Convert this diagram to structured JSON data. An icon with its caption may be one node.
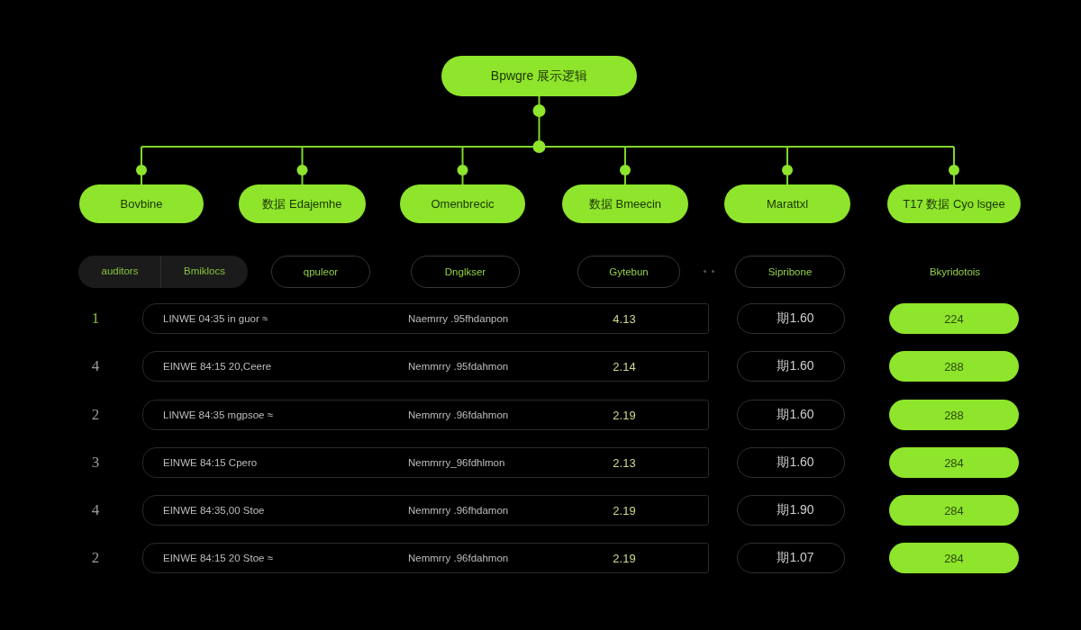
{
  "diagram": {
    "nodes": [
      {
        "text": [
          "Bpwgre 展示逻辑"
        ]
      },
      {
        "text": [
          "Bovbine"
        ]
      },
      {
        "text": [
          "数据 Edajemhe"
        ]
      },
      {
        "text": [
          "Omenbrecic"
        ]
      },
      {
        "text": [
          "数据 Bmeecin"
        ]
      },
      {
        "text": [
          "Marattxl"
        ]
      },
      {
        "text": [
          "T17 数据 Cyo lsgee"
        ]
      },
      {
        "text": [
          "auditors",
          "Bmiklocs"
        ]
      },
      {
        "text": [
          "qpuleor"
        ]
      },
      {
        "text": [
          "Dnglkser"
        ]
      },
      {
        "text": [
          "Gytebun"
        ]
      },
      {
        "text": [
          "Sipribone"
        ]
      },
      {
        "text": [
          "LINWE 04:35 in guor ≈",
          "Naemrry .95fhdanpon",
          "4.13"
        ]
      },
      {
        "text": [
          "期1.60"
        ]
      },
      {
        "text": [
          "224"
        ]
      },
      {
        "text": [
          "EINWE 84:15 20,Ceere",
          "Nemmrry .95fdahmon",
          "2.14"
        ]
      },
      {
        "text": [
          "期1.60"
        ]
      },
      {
        "text": [
          "288"
        ]
      },
      {
        "text": [
          "LINWE 84:35 mgpsoe ≈",
          "Nemmrry .96fdahmon",
          "2.19"
        ]
      },
      {
        "text": [
          "期1.60"
        ]
      },
      {
        "text": [
          "288"
        ]
      },
      {
        "text": [
          "EINWE 84:15 Cpero",
          "Nemmrry_96fdhlmon",
          "2.13"
        ]
      },
      {
        "text": [
          "期1.60"
        ]
      },
      {
        "text": [
          "284"
        ]
      },
      {
        "text": [
          "EINWE 84:35,00 Stoe",
          "Nemmrry .96fhdamon",
          "2.19"
        ]
      },
      {
        "text": [
          "期1.90"
        ]
      },
      {
        "text": [
          "284"
        ]
      },
      {
        "text": [
          "EINWE 84:15 20 Stoe ≈",
          "Nemmrry .96fdahmon",
          "2.19"
        ]
      },
      {
        "text": [
          "期1.07"
        ]
      },
      {
        "text": [
          "284"
        ]
      }
    ],
    "edges": [
      {
        "from": 0,
        "to": 1,
        "arrow": "none"
      },
      {
        "from": 0,
        "to": 2,
        "arrow": "none"
      },
      {
        "from": 0,
        "to": 3,
        "arrow": "none"
      },
      {
        "from": 0,
        "to": 4,
        "arrow": "none"
      },
      {
        "from": 0,
        "to": 5,
        "arrow": "none"
      },
      {
        "from": 0,
        "to": 6,
        "arrow": "none"
      }
    ],
    "labels": [
      "Bkyridotois",
      "1",
      "4",
      "2",
      "3",
      "4",
      "2"
    ]
  }
}
